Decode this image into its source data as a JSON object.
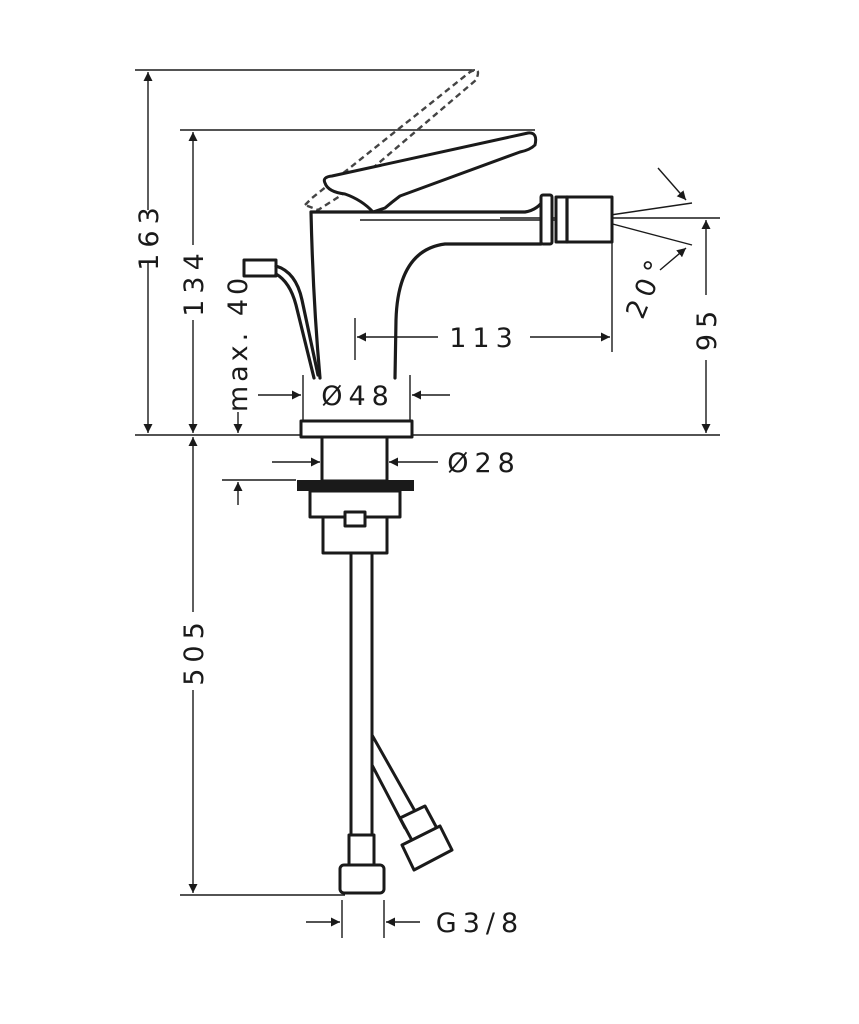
{
  "dimensions": {
    "total_height": "163",
    "spout_height": "134",
    "max_thickness": "max. 40",
    "base_diameter": "Ø48",
    "shank_diameter": "Ø28",
    "spout_reach": "113",
    "outlet_height": "95",
    "spray_angle": "20°",
    "hose_length": "505",
    "connection_thread": "G3/8"
  }
}
